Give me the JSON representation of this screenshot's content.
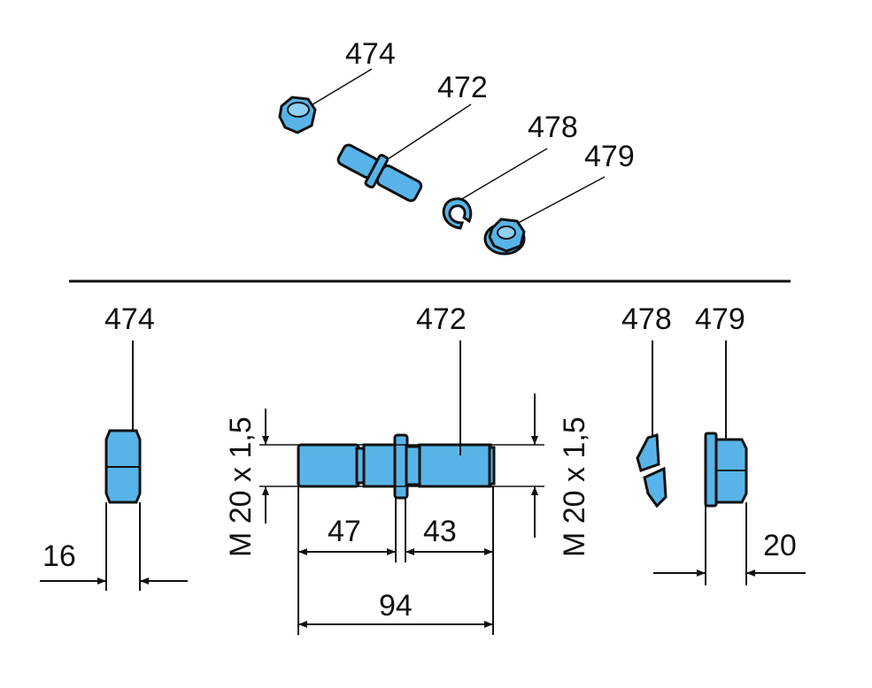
{
  "colors": {
    "part": "#58b4e8",
    "line": "#111111"
  },
  "exploded_view": {
    "labels": [
      "474",
      "472",
      "478",
      "479"
    ]
  },
  "dimension_view": {
    "labels": [
      "474",
      "472",
      "478",
      "479"
    ],
    "thread_left": "M 20 x 1,5",
    "thread_right": "M 20 x 1,5",
    "dims": {
      "nut_474_height": "16",
      "stud_left": "47",
      "stud_right": "43",
      "stud_total": "94",
      "nut_479_height": "20"
    }
  }
}
